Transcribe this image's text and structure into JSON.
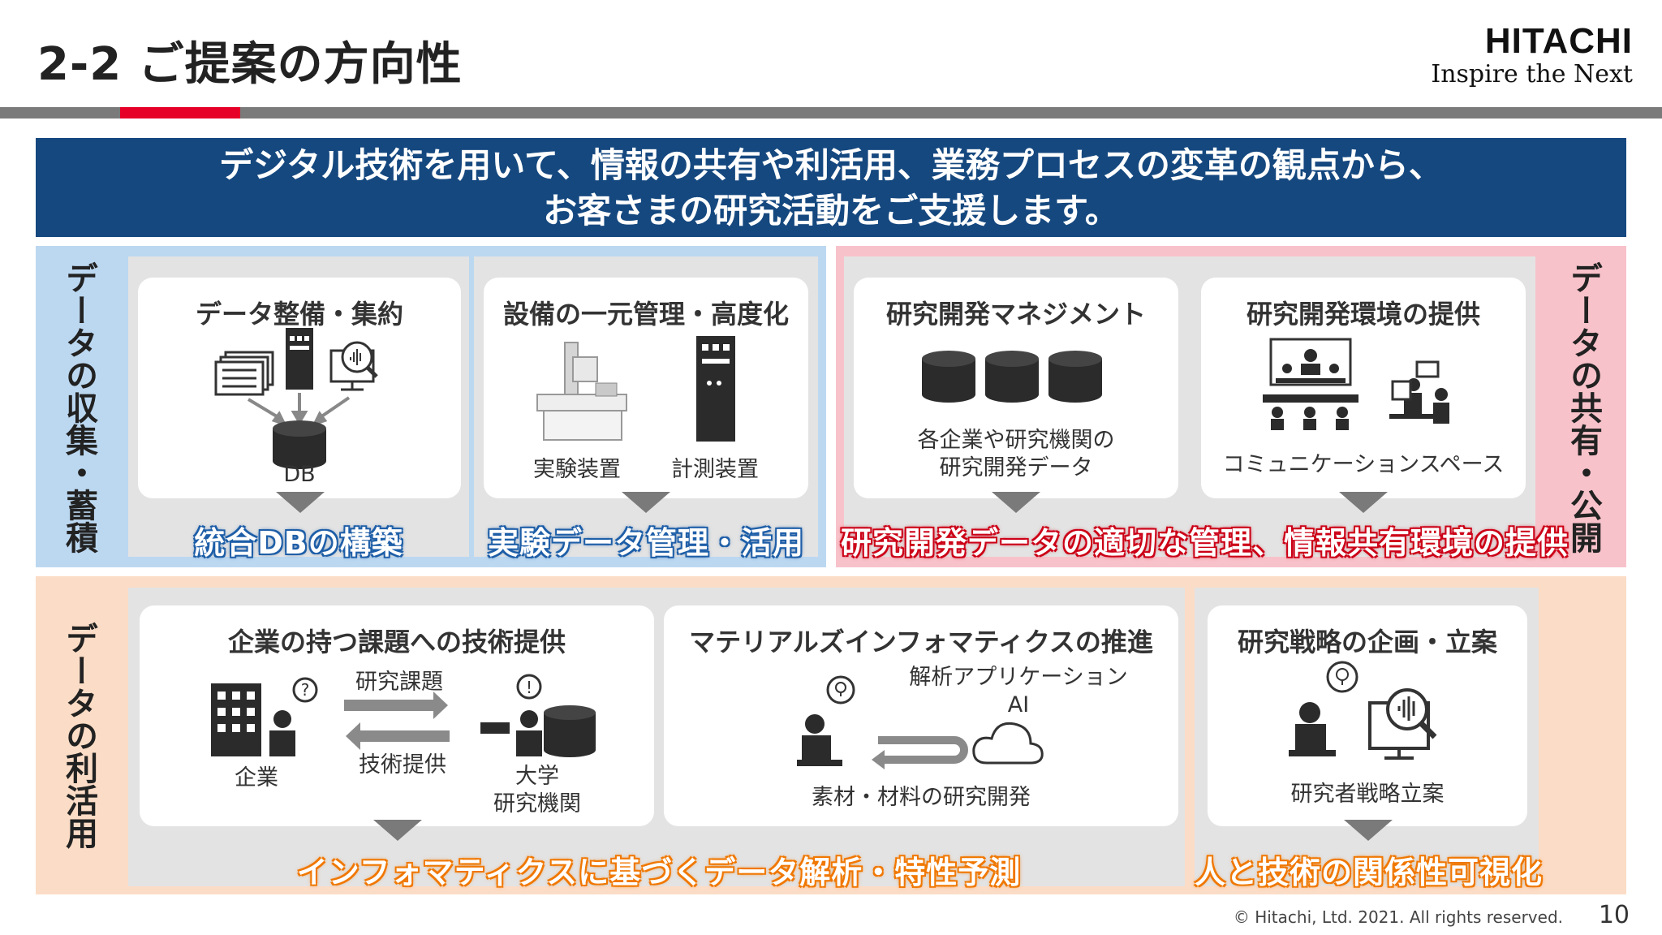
{
  "header": {
    "title": "2-2 ご提案の方向性",
    "logo_name": "HITACHI",
    "logo_tagline": "Inspire the Next"
  },
  "banner": {
    "line1": "デジタル技術を用いて、情報の共有や利活用、業務プロセスの変革の観点から、",
    "line2": "お客さまの研究活動をご支援します。"
  },
  "sections": {
    "collect": {
      "side_label": "データの収集・蓄積"
    },
    "share": {
      "side_label": "データの共有・公開"
    },
    "utilize": {
      "side_label": "データの利活用"
    }
  },
  "cards": {
    "data_integration": {
      "title": "データ整備・集約",
      "db_label": "DB"
    },
    "equipment": {
      "title": "設備の一元管理・高度化",
      "label_left": "実験装置",
      "label_right": "計測装置"
    },
    "rd_management": {
      "title": "研究開発マネジメント",
      "label_line1": "各企業や研究機関の",
      "label_line2": "研究開発データ"
    },
    "rd_environment": {
      "title": "研究開発環境の提供",
      "label": "コミュニケーションスペース"
    },
    "tech_provision": {
      "title": "企業の持つ課題への技術提供",
      "arrow_top": "研究課題",
      "arrow_bottom": "技術提供",
      "label_left": "企業",
      "label_right_line1": "大学",
      "label_right_line2": "研究機関"
    },
    "mi": {
      "title": "マテリアルズインフォマティクスの推進",
      "app_label": "解析アプリケーション",
      "ai_label": "AI",
      "bottom_label": "素材・材料の研究開発"
    },
    "strategy": {
      "title": "研究戦略の企画・立案",
      "label": "研究者戦略立案"
    }
  },
  "results": {
    "db": "統合DBの構築",
    "experiment": "実験データ管理・活用",
    "sharing": "研究開発データの適切な管理、情報共有環境の提供",
    "analysis": "インフォマティクスに基づくデータ解析・特性予測",
    "visualize": "人と技術の関係性可視化"
  },
  "footer": {
    "copyright": "© Hitachi, Ltd. 2021. All rights reserved.",
    "page_number": "10"
  },
  "colors": {
    "banner": "#15487f",
    "accent_red": "#e60027",
    "band_blue": "#bcd8f1",
    "band_pink": "#f8c2ca",
    "band_orange": "#fbdcc6"
  }
}
